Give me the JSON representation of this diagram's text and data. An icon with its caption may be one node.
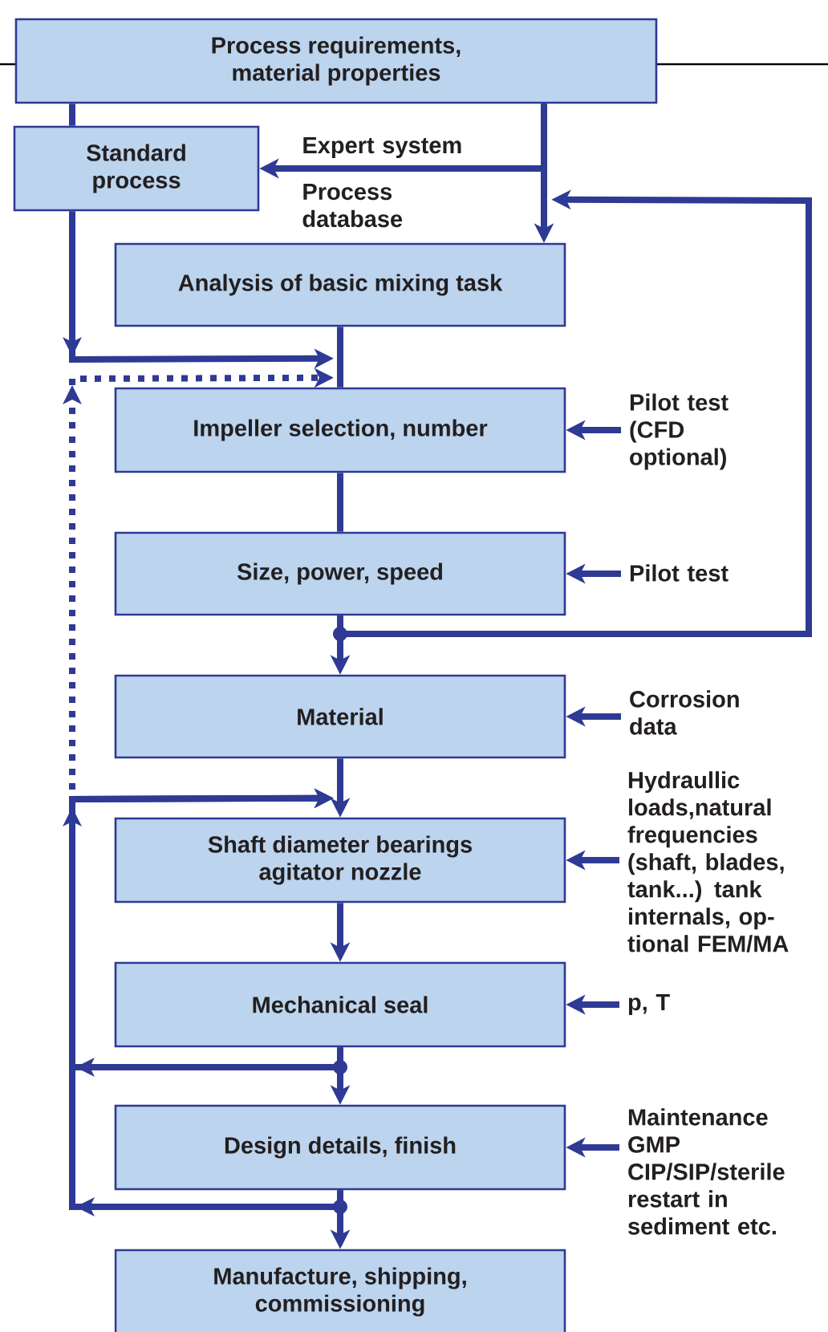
{
  "diagram": {
    "nodes": [
      {
        "text": [
          "Process requirements, material properties"
        ]
      },
      {
        "text": [
          "Standard process"
        ]
      },
      {
        "text": [
          "Analysis of basic mixing task"
        ]
      },
      {
        "text": [
          "Impeller selection, number"
        ]
      },
      {
        "text": [
          "Size, power, speed"
        ]
      },
      {
        "text": [
          "Material"
        ]
      },
      {
        "text": [
          "Shaft diameter bearings agitator nozzle"
        ]
      },
      {
        "text": [
          "Mechanical seal"
        ]
      },
      {
        "text": [
          "Design details, finish"
        ]
      },
      {
        "text": [
          "Manufacture, shipping, commissioning"
        ]
      },
      {
        "text": [
          "Pilot test (CFD optional)"
        ]
      },
      {
        "text": [
          "Pilot test"
        ]
      },
      {
        "text": [
          "Corrosion data"
        ]
      },
      {
        "text": [
          "Hydraullic loads,natural frequencies (shaft, blades, tank...) tank internals, op- tional FEM/MA"
        ]
      },
      {
        "text": [
          "p, T"
        ]
      },
      {
        "text": [
          "Maintenance GMP CIP/SIP/sterile restart in sediment etc."
        ]
      }
    ],
    "edges": [
      {
        "from": 0,
        "to": 1,
        "arrow": "none"
      },
      {
        "from": 0,
        "to": 1,
        "arrow": "to",
        "label": "Expert system"
      },
      {
        "from": 0,
        "to": 2,
        "arrow": "to"
      },
      {
        "from": 1,
        "to": 3,
        "arrow": "to"
      },
      {
        "from": 2,
        "to": 3,
        "arrow": "none"
      },
      {
        "from": 3,
        "to": 4,
        "arrow": "none"
      },
      {
        "from": 4,
        "to": 5,
        "arrow": "to"
      },
      {
        "from": 4,
        "to": 2,
        "arrow": "to"
      },
      {
        "from": 5,
        "to": 6,
        "arrow": "to"
      },
      {
        "from": 6,
        "to": 7,
        "arrow": "to"
      },
      {
        "from": 7,
        "to": 8,
        "arrow": "to"
      },
      {
        "from": 8,
        "to": 9,
        "arrow": "to"
      },
      {
        "from": 7,
        "to": 6,
        "arrow": "to"
      },
      {
        "from": 8,
        "to": 6,
        "arrow": "to"
      },
      {
        "from": null,
        "to": 3,
        "arrow": "to",
        "style": "dashed"
      },
      {
        "from": 10,
        "to": 3,
        "arrow": "to"
      },
      {
        "from": 11,
        "to": 4,
        "arrow": "to"
      },
      {
        "from": 12,
        "to": 5,
        "arrow": "to"
      },
      {
        "from": 13,
        "to": 6,
        "arrow": "to"
      },
      {
        "from": 14,
        "to": 7,
        "arrow": "to"
      },
      {
        "from": 15,
        "to": 8,
        "arrow": "to"
      }
    ],
    "labels": [
      "Process database"
    ]
  }
}
